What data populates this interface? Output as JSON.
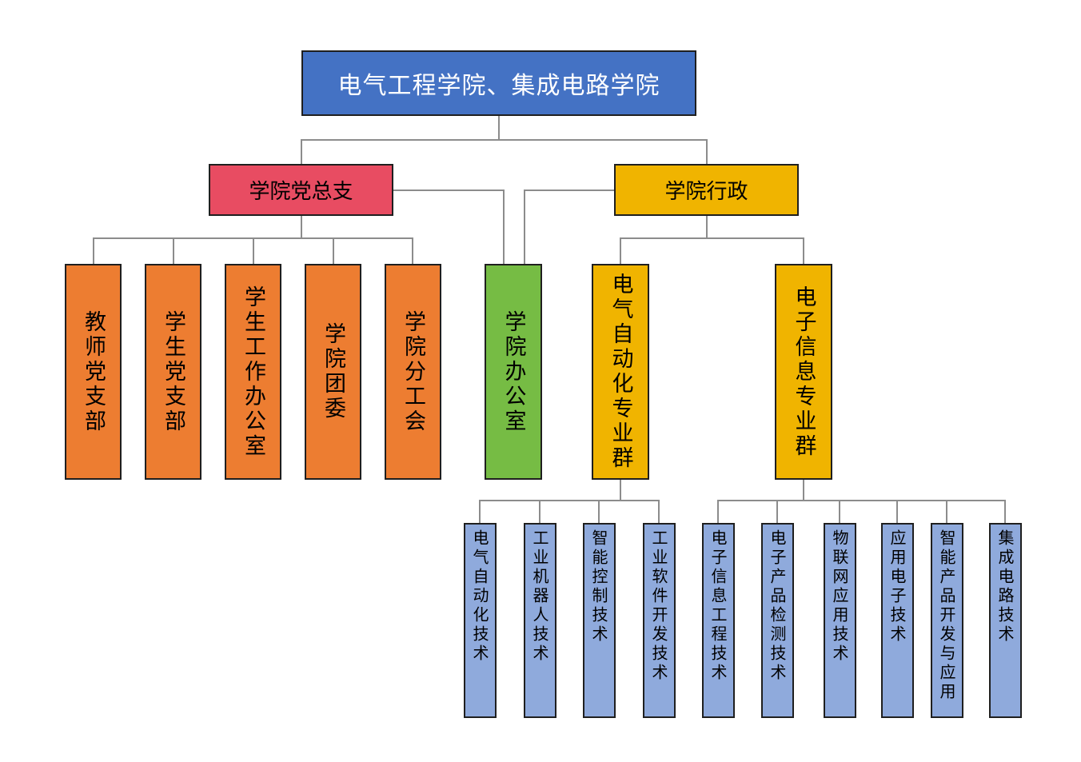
{
  "colors": {
    "root": "#4472c4",
    "party": "#e84c62",
    "admin": "#f0b400",
    "party_units": "#ed7d31",
    "office": "#76bc44",
    "groups": "#f0b400",
    "majors": "#8faadc",
    "lines": "#8c8c8c"
  },
  "root": {
    "title": "电气工程学院、集成电路学院"
  },
  "party": {
    "title": "学院党总支",
    "units": [
      "教师党支部",
      "学生党支部",
      "学生工作办公室",
      "学院团委",
      "学院分工会"
    ]
  },
  "office": {
    "title": "学院办公室"
  },
  "admin": {
    "title": "学院行政",
    "groups": [
      {
        "title": "电气自动化专业群",
        "majors": [
          "电气自动化技术",
          "工业机器人技术",
          "智能控制技术",
          "工业软件开发技术"
        ]
      },
      {
        "title": "电子信息专业群",
        "majors": [
          "电子信息工程技术",
          "电子产品检测技术",
          "物联网应用技术",
          "应用电子技术",
          "智能产品开发与应用",
          "集成电路技术"
        ]
      }
    ]
  }
}
